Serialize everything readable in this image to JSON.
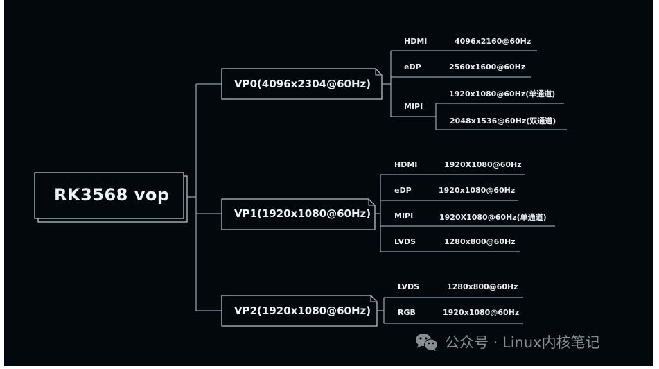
{
  "diagram": {
    "root": {
      "label": "RK3568  vop"
    },
    "viewports": [
      {
        "label": "VP0(4096x2304@60Hz)",
        "outputs": [
          {
            "interface": "HDMI",
            "resolution": "4096x2160@60Hz"
          },
          {
            "interface": "eDP",
            "resolution": "2560x1600@60Hz"
          },
          {
            "interface": "MIPI",
            "resolutions": [
              "1920x1080@60Hz(单通道)",
              "2048x1536@60Hz(双通道)"
            ]
          }
        ]
      },
      {
        "label": "VP1(1920x1080@60Hz)",
        "outputs": [
          {
            "interface": "HDMI",
            "resolution": "1920X1080@60Hz"
          },
          {
            "interface": "eDP",
            "resolution": "1920x1080@60Hz"
          },
          {
            "interface": "MIPI",
            "resolution": "1920X1080@60Hz(单通道)"
          },
          {
            "interface": "LVDS",
            "resolution": "1280x800@60Hz"
          }
        ]
      },
      {
        "label": "VP2(1920x1080@60Hz)",
        "outputs": [
          {
            "interface": "LVDS",
            "resolution": "1280x800@60Hz"
          },
          {
            "interface": "RGB",
            "resolution": "1920x1080@60Hz"
          }
        ]
      }
    ]
  },
  "watermark": {
    "icon": "wechat-icon",
    "text": "公众号 · Linux内核笔记"
  },
  "colors": {
    "background": "#03080c",
    "line": "#8fa0a4",
    "text": "#eef4f4",
    "watermark": "#8a8e90"
  }
}
